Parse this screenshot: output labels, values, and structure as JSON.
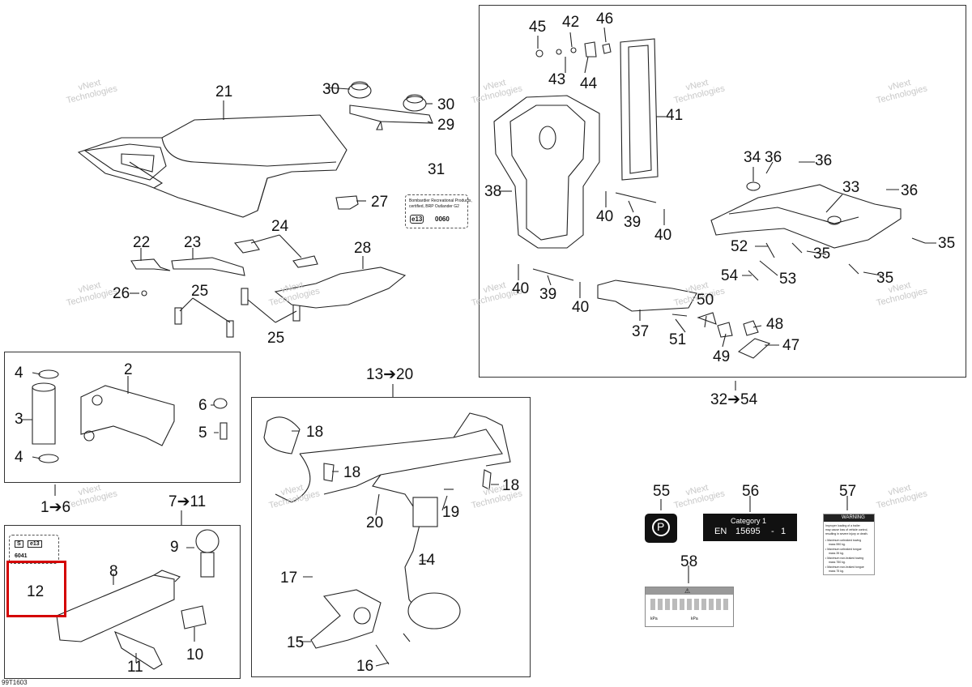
{
  "watermark": {
    "line1": "vNext",
    "line2": "Technologies"
  },
  "sheet_code": "99T1603",
  "callouts": {
    "c1_6": "1➔6",
    "c2": "2",
    "c3": "3",
    "c4a": "4",
    "c4b": "4",
    "c5": "5",
    "c6": "6",
    "c7_11": "7➔11",
    "c8": "8",
    "c9": "9",
    "c10": "10",
    "c11": "11",
    "c12": "12",
    "c13_20": "13➔20",
    "c14": "14",
    "c15": "15",
    "c16": "16",
    "c17": "17",
    "c18a": "18",
    "c18b": "18",
    "c18c": "18",
    "c19": "19",
    "c20": "20",
    "c21": "21",
    "c22": "22",
    "c23": "23",
    "c24": "24",
    "c25a": "25",
    "c25b": "25",
    "c26": "26",
    "c27": "27",
    "c28": "28",
    "c29": "29",
    "c30a": "30",
    "c30b": "30",
    "c31": "31",
    "c32_54": "32➔54",
    "c33": "33",
    "c34": "34",
    "c35a": "35",
    "c35b": "35",
    "c35c": "35",
    "c36a": "36",
    "c36b": "36",
    "c36c": "36",
    "c37": "37",
    "c38": "38",
    "c39a": "39",
    "c39b": "39",
    "c40a": "40",
    "c40b": "40",
    "c40c": "40",
    "c40d": "40",
    "c41": "41",
    "c42": "42",
    "c43": "43",
    "c44": "44",
    "c45": "45",
    "c46": "46",
    "c47": "47",
    "c48": "48",
    "c49": "49",
    "c50": "50",
    "c51": "51",
    "c52": "52",
    "c53": "53",
    "c54": "54",
    "c55": "55",
    "c56": "56",
    "c57": "57",
    "c58": "58"
  },
  "decal31": {
    "line1": "Bombardier Recreational Products,",
    "line2": "certified, BRP Outlander G2",
    "code": "e13",
    "num": "0060"
  },
  "decal12": {
    "s": "S",
    "code": "e13",
    "num": "6041"
  },
  "decal56": {
    "title": "Category 1",
    "std": "EN",
    "num": "15695",
    "dash": "-",
    "cls": "1"
  },
  "decal57": {
    "header": "WARNING",
    "line1": "Improper loading of a trailer",
    "line2": "may cause loss of vehicle control,",
    "line3": "resulting in severe injury or death.",
    "b1": "• Maximum unbraked towing",
    "b1b": "mass 590 kg.",
    "b2": "• Maximum unbraked tongue",
    "b2b": "mass 39 kg.",
    "b3": "• Maximum non-braked towing",
    "b3b": "mass 750 kg.",
    "b4": "• Maximum non-braked tongue",
    "b4b": "mass 75 kg."
  },
  "decal55": {
    "symbol": "P"
  },
  "decal58": {
    "tag": "kPa"
  }
}
